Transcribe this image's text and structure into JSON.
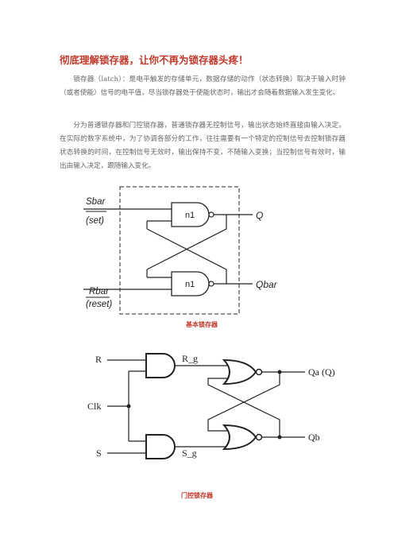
{
  "article": {
    "title": "彻底理解锁存器，让你不再为锁存器头疼！",
    "paragraph1": "锁存器（latch）：是电平触发的存储单元，数据存储的动作（状态转换）取决于输入时钟（或者使能）信号的电平值，尽当锁存器处于使能状态时，输出才会随着数据输入发生变化。",
    "paragraph2": "分为普通锁存器和门控锁存器，普通锁存器无控制信号，输出状态始终直接由输入决定。在实际的数字系统中，为了协调各部分的工作，往往需要有一个特定的控制信号去控制锁存器状态转换的时间，在控制信号无效时，输出保持不变，不随输入变换；当控制信号有效时，输出由输入决定，跟随输入变化。"
  },
  "figure1": {
    "sbar": "Sbar",
    "set": "(set)",
    "rbar": "Rbar",
    "reset": "(reset)",
    "gate_top": "n1",
    "gate_bottom": "n1",
    "q": "Q",
    "qbar": "Qbar",
    "caption": "基本锁存器"
  },
  "figure2": {
    "r": "R",
    "clk": "Clk",
    "s": "S",
    "rg": "R_g",
    "sg": "S_g",
    "qa": "Qa (Q)",
    "qb": "Qb",
    "caption": "门控锁存器"
  }
}
